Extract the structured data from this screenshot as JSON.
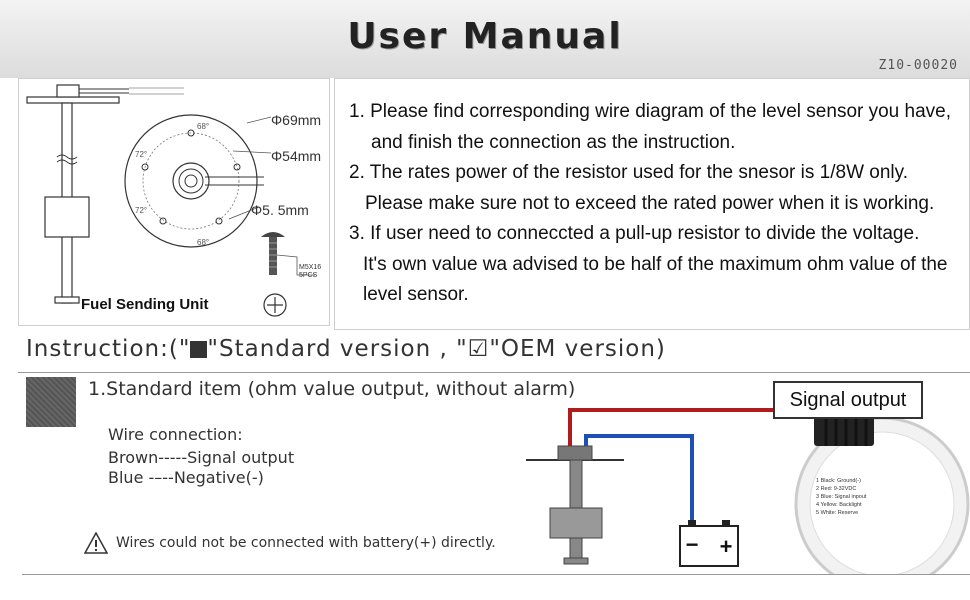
{
  "header": {
    "title": "User Manual",
    "code": "Z10-00020"
  },
  "diagram": {
    "dim1": "Φ69mm",
    "dim2": "Φ54mm",
    "dim3": "Φ5. 5mm",
    "angle_top": "68°",
    "angle_bottom": "68°",
    "angle_left": "72°",
    "angle_right": "72°",
    "screw_spec": "M5X16",
    "screw_qty": "5PCS",
    "unit_label": "Fuel Sending Unit"
  },
  "instructions": {
    "line1": "1. Please find corresponding wire diagram of the level sensor you have,",
    "line2": "and finish the connection as the instruction.",
    "line3": "2. The rates power of the resistor used for the snesor is 1/8W only.",
    "line4": "Please make sure not to exceed the rated power when it is working.",
    "line5": "3. If user need to conneccted a pull-up resistor to divide the voltage.",
    "line6": "It's own value wa advised to be half of the maximum ohm value of the",
    "line7": "level sensor."
  },
  "section": {
    "title_part1": "Instruction:(\"",
    "title_part2": "\"Standard version , \"",
    "check_symbol": "☑",
    "title_part3": "\"OEM version)",
    "item_title": "1.Standard item (ohm value output, without alarm)",
    "wire_heading": "Wire connection:",
    "wire_brown": "Brown-----Signal output",
    "wire_blue": "Blue -–--Negative(-)",
    "warning": "Wires could not be connected with battery(+) directly."
  },
  "wiring": {
    "signal_output": "Signal output",
    "battery_minus": "−",
    "battery_plus": "+",
    "gauge_lines": [
      "1 Black: Ground(-)",
      "2 Red: 9-32VDC",
      "3 Blue: Signal inpout",
      "4 Yellow: Backlight",
      "5 White: Reserve"
    ],
    "colors": {
      "brown_wire": "#b01c1c",
      "blue_wire": "#1f4fb0"
    }
  }
}
